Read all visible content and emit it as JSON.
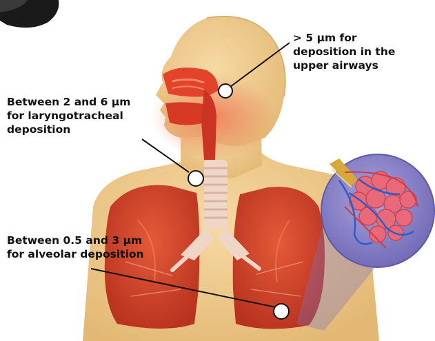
{
  "labels": {
    "upper_airways": {
      "line1": "> 5 µm for",
      "line2": "deposition in the",
      "line3": "upper airways"
    },
    "laryngotracheal": {
      "line1": "Between 2 and 6 µm",
      "line2": "for laryngotracheal",
      "line3": "deposition"
    },
    "alveolar": {
      "line1": "Between 0.5 and 3 µm",
      "line2": "for alveolar deposition"
    }
  },
  "colors": {
    "skin": "#efcb8f",
    "skin_shadow": "#d9b070",
    "airway_red": "#e2432a",
    "lung_red": "#d8452b",
    "lung_dark": "#b83222",
    "trachea_ring": "#f3ddd0",
    "inset_bg": "#8c86c8",
    "bronchiole_gold": "#d9a83a",
    "alveoli_pink": "#e86a7a",
    "vessel_blue": "#2c5cc8",
    "marker_fill": "#ffffff",
    "marker_stroke": "#111111"
  },
  "icons": {
    "marker": "circle-marker-icon",
    "inset": "alveoli-magnifier-icon"
  }
}
